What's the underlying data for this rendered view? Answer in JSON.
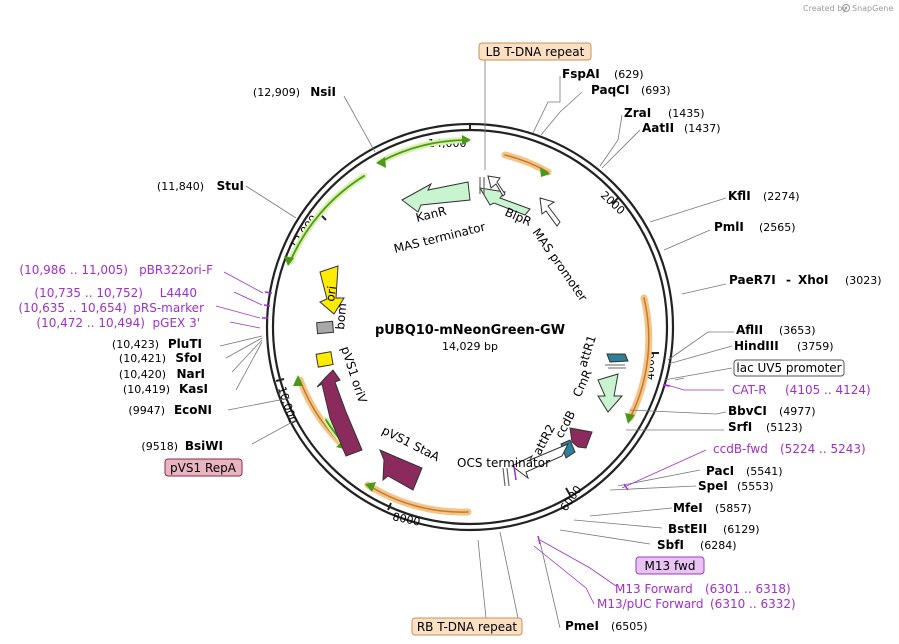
{
  "credit": {
    "text": "Created by",
    "brand": "SnapGene"
  },
  "plasmid": {
    "name": "pUBQ10-mNeonGreen-GW",
    "length": "14,029 bp",
    "bp": 14029
  },
  "ticks": [
    {
      "label": "2000"
    },
    {
      "label": "4000"
    },
    {
      "label": "6000"
    },
    {
      "label": "8000"
    },
    {
      "label": "10,000"
    },
    {
      "label": "12,000"
    },
    {
      "label": "14,000"
    }
  ],
  "sites": [
    {
      "name": "FspAI",
      "pos": "(629)"
    },
    {
      "name": "PaqCI",
      "pos": "(693)"
    },
    {
      "name": "ZraI",
      "pos": "(1435)"
    },
    {
      "name": "AatII",
      "pos": "(1437)"
    },
    {
      "name": "KflI",
      "pos": "(2274)"
    },
    {
      "name": "PmlI",
      "pos": "(2565)"
    },
    {
      "name": "PaeR7I",
      "sep": "-",
      "name2": "XhoI",
      "pos": "(3023)"
    },
    {
      "name": "AflII",
      "pos": "(3653)"
    },
    {
      "name": "HindIII",
      "pos": "(3759)"
    },
    {
      "name": "BbvCI",
      "pos": "(4977)"
    },
    {
      "name": "SrfI",
      "pos": "(5123)"
    },
    {
      "name": "PacI",
      "pos": "(5541)"
    },
    {
      "name": "SpeI",
      "pos": "(5553)"
    },
    {
      "name": "MfeI",
      "pos": "(5857)"
    },
    {
      "name": "BstEII",
      "pos": "(6129)"
    },
    {
      "name": "SbfI",
      "pos": "(6284)"
    },
    {
      "name": "PmeI",
      "pos": "(6505)"
    },
    {
      "name": "BsiWI",
      "pos": "(9518)"
    },
    {
      "name": "EcoNI",
      "pos": "(9947)"
    },
    {
      "name": "KasI",
      "pos": "(10,419)"
    },
    {
      "name": "NarI",
      "pos": "(10,420)"
    },
    {
      "name": "SfoI",
      "pos": "(10,421)"
    },
    {
      "name": "PluTI",
      "pos": "(10,423)"
    },
    {
      "name": "StuI",
      "pos": "(11,840)"
    },
    {
      "name": "NsiI",
      "pos": "(12,909)"
    }
  ],
  "primers": [
    {
      "name": "CAT-R",
      "range": "(4105 .. 4124)"
    },
    {
      "name": "ccdB-fwd",
      "range": "(5224 .. 5243)"
    },
    {
      "name": "M13 Forward",
      "range": "(6301 .. 6318)"
    },
    {
      "name": "M13/pUC Forward",
      "range": "(6310 .. 6332)"
    },
    {
      "name": "pBR322ori-F",
      "range": "(10,986 .. 11,005)"
    },
    {
      "name": "L4440",
      "range": "(10,735 .. 10,752)"
    },
    {
      "name": "pRS-marker",
      "range": "(10,635 .. 10,654)"
    },
    {
      "name": "pGEX 3'",
      "range": "(10,472 .. 10,494)"
    }
  ],
  "boxes": [
    {
      "text": "LB T-DNA repeat",
      "fill": "#fbe0c4",
      "stroke": "#c8905a"
    },
    {
      "text": "lac UV5 promoter",
      "fill": "#ffffff",
      "stroke": "#555555"
    },
    {
      "text": "M13 fwd",
      "fill": "#e8c4f4",
      "stroke": "#9a3ab8"
    },
    {
      "text": "RB T-DNA repeat",
      "fill": "#fbe0c4",
      "stroke": "#c8905a"
    },
    {
      "text": "pVS1 RepA",
      "fill": "#e8b4c0",
      "stroke": "#8b2a4a"
    }
  ],
  "features": [
    {
      "text": "KanR"
    },
    {
      "text": "MAS terminator"
    },
    {
      "text": "BlpR"
    },
    {
      "text": "MAS promoter"
    },
    {
      "text": "ori"
    },
    {
      "text": "bom"
    },
    {
      "text": "pVS1 oriV"
    },
    {
      "text": "pVS1 StaA"
    },
    {
      "text": "OCS terminator"
    },
    {
      "text": "attR2"
    },
    {
      "text": "ccdB"
    },
    {
      "text": "attR1"
    },
    {
      "text": "CmR"
    }
  ],
  "colors": {
    "kanR": "#c8f5d0",
    "ori": "#ffea00",
    "pvs1": "#8b2a5c",
    "ccdB": "#8b2a5c",
    "attR": "#2e7f9a",
    "orf": "#ffb030",
    "orf_arrow": "#4a9a1a",
    "primer": "#a02fc8",
    "backbone": "#222222"
  }
}
